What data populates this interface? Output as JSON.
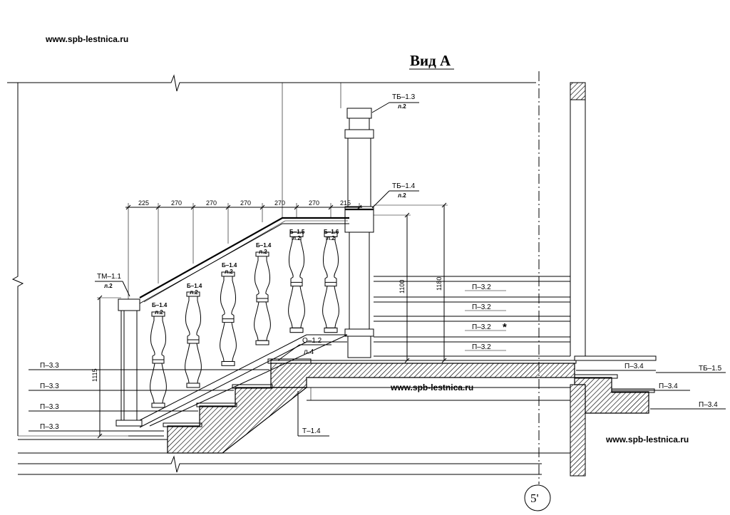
{
  "title": "Вид А",
  "watermarks": [
    "www.spb-lestnica.ru",
    "www.spb-lestnica.ru",
    "www.spb-lestnica.ru"
  ],
  "axis_label": "5'",
  "dimensions_top": [
    "225",
    "270",
    "270",
    "270",
    "270",
    "270",
    "215"
  ],
  "dimensions_vertical": {
    "left": "1115",
    "mid": "1100",
    "right": "1180"
  },
  "callouts": {
    "tb13": "ТБ–1.3",
    "tb13_sheet": "л.2",
    "tb14": "ТБ–1.4",
    "tb14_sheet": "л.2",
    "tm11": "ТМ–1.1",
    "tm11_sheet": "л.2",
    "o12": "О–1.2",
    "o12_sheet": "л.4",
    "t14": "Т–1.4",
    "tb15": "ТБ–1.5"
  },
  "balusters": {
    "b1": "Б–1.4",
    "b1s": "л.2",
    "b2": "Б–1.4",
    "b2s": "л.2",
    "b3": "Б–1.4",
    "b3s": "л.2",
    "b4": "Б–1.4",
    "b4s": "л.2",
    "b5": "Б–1.5",
    "b5s": "л.2",
    "b6": "Б–1.6",
    "b6s": "л.2"
  },
  "panel_labels": [
    "П–3.2",
    "П–3.2",
    "П–3.2",
    "П–3.2"
  ],
  "asterisk": "*",
  "left_labels": [
    "П–3.3",
    "П–3.3",
    "П–3.3",
    "П–3.3"
  ],
  "right_labels": [
    "П–3.4",
    "П–3.4",
    "П–3.4"
  ]
}
